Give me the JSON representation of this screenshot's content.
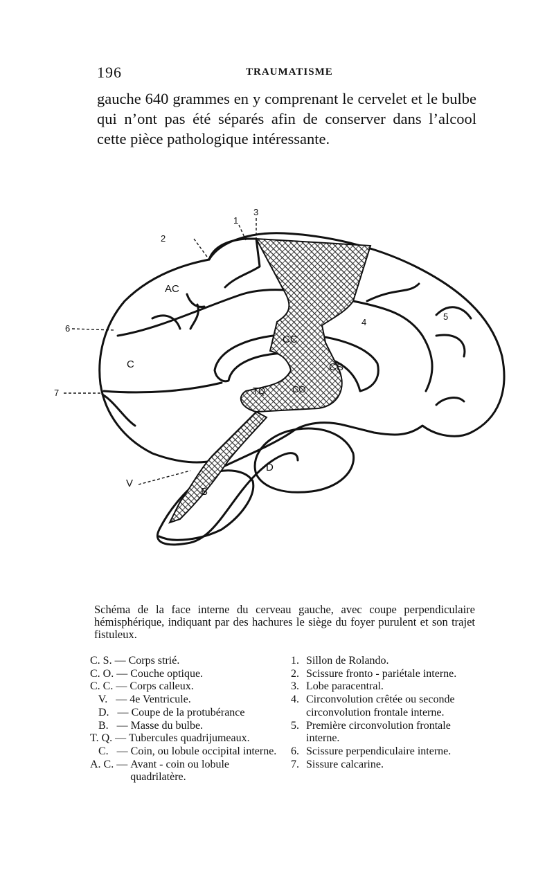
{
  "header": {
    "page_number": "196",
    "title": "TRAUMATISME"
  },
  "body_text": "gauche 640 grammes en y comprenant le cervelet et le bulbe qui n’ont pas été séparés afin de conserver dans l’alcool cette pièce pathologique intéressante.",
  "figure": {
    "labels": {
      "ac": "AC",
      "cc": "CC",
      "cs": "CS",
      "c": "C",
      "tq": "TQ",
      "co": "CO",
      "d": "D",
      "b": "B",
      "v": "V",
      "n1": "1",
      "n2": "2",
      "n3": "3",
      "n4": "4",
      "n5": "5",
      "n6": "6",
      "n7": "7"
    }
  },
  "caption": "Schéma de la face interne du cerveau gauche, avec coupe perpendiculaire hémisphérique, indiquant par des hachures le siège du foyer purulent et son trajet fistuleux.",
  "legend_left": [
    {
      "abbr": "C. S. — ",
      "desc": "Corps strié."
    },
    {
      "abbr": "C. O. — ",
      "desc": "Couche optique."
    },
    {
      "abbr": "C. C. — ",
      "desc": "Corps calleux."
    },
    {
      "abbr": "   V.   — ",
      "desc": "4e Ventricule."
    },
    {
      "abbr": "   D.   — ",
      "desc": "Coupe de la protubérance"
    },
    {
      "abbr": "   B.   — ",
      "desc": "Masse du bulbe."
    },
    {
      "abbr": "T. Q. — ",
      "desc": "Tubercules quadrijumeaux."
    },
    {
      "abbr": "   C.   — ",
      "desc": "Coin, ou lobule occipital interne."
    },
    {
      "abbr": "A. C. — ",
      "desc": "Avant - coin ou lobule quadrilatère."
    }
  ],
  "legend_right": [
    {
      "num": "1.",
      "desc": "Sillon de Rolando."
    },
    {
      "num": "2.",
      "desc": "Scissure fronto - pariétale interne."
    },
    {
      "num": "3.",
      "desc": "Lobe paracentral."
    },
    {
      "num": "4.",
      "desc": "Circonvolution crêtée ou seconde circonvolution frontale interne."
    },
    {
      "num": "5.",
      "desc": "Première circonvolution frontale interne."
    },
    {
      "num": "6.",
      "desc": "Scissure perpendiculaire interne."
    },
    {
      "num": "7.",
      "desc": "Sissure calcarine."
    }
  ],
  "colors": {
    "ink": "#111111",
    "paper": "#ffffff"
  }
}
